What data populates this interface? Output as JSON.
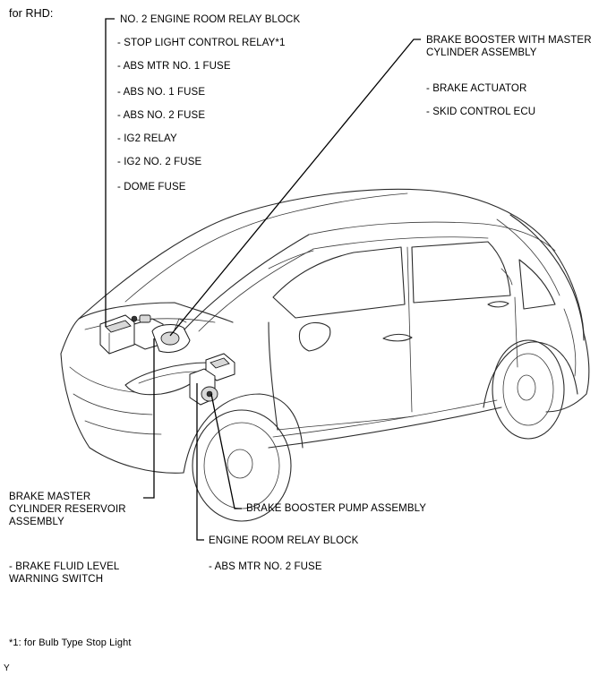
{
  "header": {
    "title": "for RHD:"
  },
  "groups": {
    "no2_relay_block": {
      "title": "NO. 2 ENGINE ROOM RELAY BLOCK",
      "items": [
        "- STOP LIGHT CONTROL RELAY*1",
        "- ABS MTR NO. 1 FUSE",
        "- ABS NO. 1 FUSE",
        "- ABS NO. 2 FUSE",
        "- IG2 RELAY",
        "- IG2 NO. 2 FUSE",
        "- DOME FUSE"
      ]
    },
    "brake_booster": {
      "title_line1": "BRAKE BOOSTER WITH  MASTER",
      "title_line2": "CYLINDER ASSEMBLY",
      "items": [
        "- BRAKE ACTUATOR",
        "- SKID CONTROL ECU"
      ]
    },
    "reservoir": {
      "line1": "BRAKE MASTER",
      "line2": "CYLINDER RESERVOIR",
      "line3": "ASSEMBLY",
      "items_line1": "- BRAKE FLUID LEVEL",
      "items_line2": "WARNING SWITCH"
    },
    "pump": {
      "title": "BRAKE BOOSTER PUMP ASSEMBLY"
    },
    "relay_block": {
      "title": "ENGINE ROOM RELAY BLOCK",
      "items": [
        "- ABS MTR NO. 2 FUSE"
      ]
    }
  },
  "footnote": "*1: for Bulb Type Stop Light",
  "corner_mark": "Y"
}
